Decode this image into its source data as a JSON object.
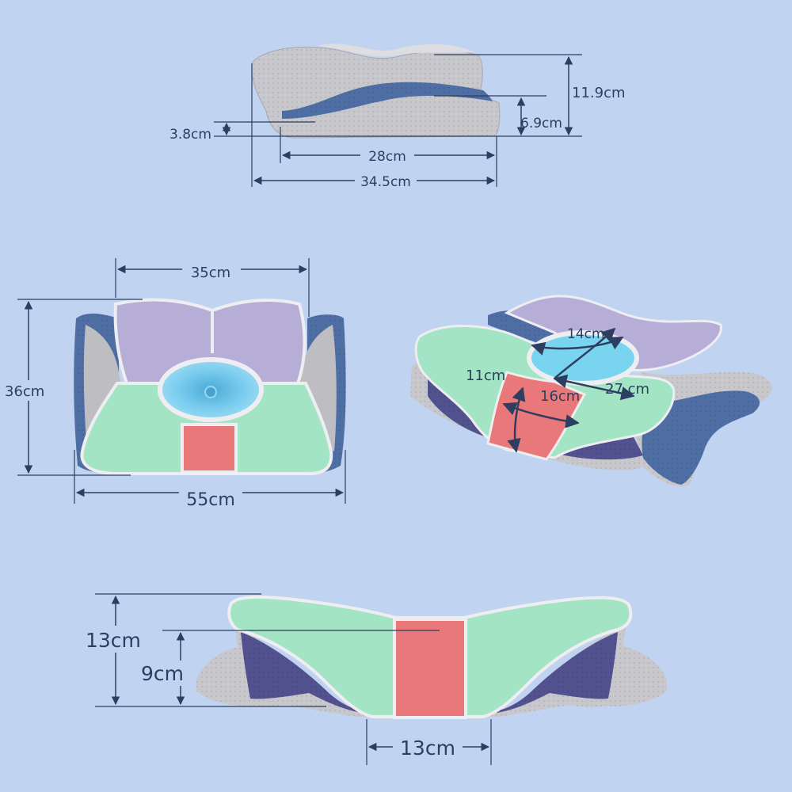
{
  "dimensions": {
    "side_total_height": "11.9cm",
    "side_low_height": "6.9cm",
    "side_groove_depth": "3.8cm",
    "side_base_length": "28cm",
    "side_total_length": "34.5cm",
    "top_inner_width": "35cm",
    "top_depth": "36cm",
    "top_total_width": "55cm",
    "persp_oval_width": "14cm",
    "persp_neck_width": "11cm",
    "persp_cross": "16cm",
    "persp_span": "27 cm",
    "front_total_height": "13cm",
    "front_center_height": "9cm",
    "front_channel_width": "13cm"
  },
  "colors": {
    "background": "#c0d3f0",
    "pillow_grey": "#c9c9cd",
    "pillow_blue": "#4f6ea3",
    "zone_lavender": "#b6aed6",
    "zone_green": "#a2e4c4",
    "zone_cyan": "#79d4ef",
    "zone_red": "#e9787a",
    "zone_indigo": "#50508f",
    "dimension_line": "#2d3e60"
  }
}
